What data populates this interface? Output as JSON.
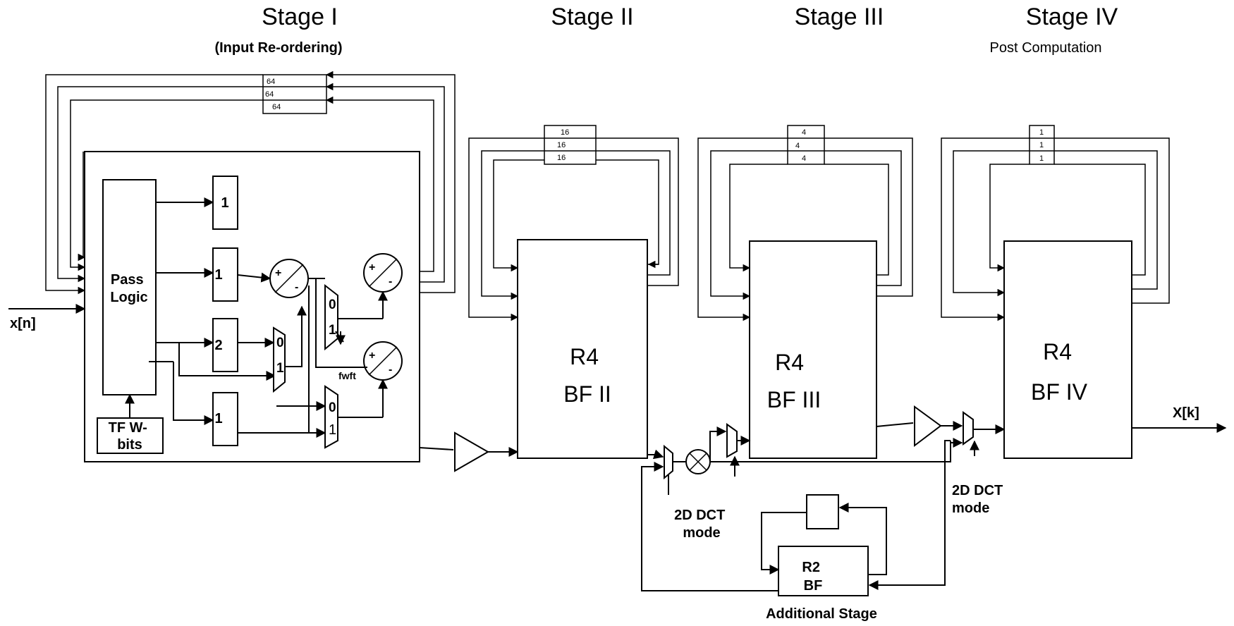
{
  "stages": {
    "s1": {
      "title": "Stage I",
      "subtitle": "(Input Re-ordering)"
    },
    "s2": {
      "title": "Stage II"
    },
    "s3": {
      "title": "Stage III"
    },
    "s4": {
      "title": "Stage IV",
      "subtitle": "Post Computation"
    }
  },
  "io": {
    "input": "x[n]",
    "output": "X[k]"
  },
  "stage1": {
    "pass_logic": [
      "Pass",
      "Logic"
    ],
    "tf": [
      "TF W-",
      "bits"
    ],
    "delays": [
      "1",
      "1",
      "2",
      "1"
    ],
    "feedback_regs": [
      "64",
      "64",
      "64"
    ],
    "fwft": "fwft",
    "mux_labels": {
      "zero": "0",
      "one": "1"
    },
    "op_plus": "+",
    "op_minus": "-"
  },
  "stage2": {
    "regs": [
      "16",
      "16",
      "16"
    ],
    "bf": [
      "R4",
      "BF II"
    ]
  },
  "stage3": {
    "regs": [
      "4",
      "4",
      "4"
    ],
    "bf": [
      "R4",
      "BF III"
    ]
  },
  "stage4": {
    "regs": [
      "1",
      "1",
      "1"
    ],
    "bf": [
      "R4",
      "BF IV"
    ]
  },
  "dct": {
    "mode_left": [
      "2D DCT",
      "mode"
    ],
    "mode_right": [
      "2D DCT",
      "mode"
    ],
    "r2": [
      "R2",
      "BF"
    ],
    "additional": "Additional Stage"
  }
}
